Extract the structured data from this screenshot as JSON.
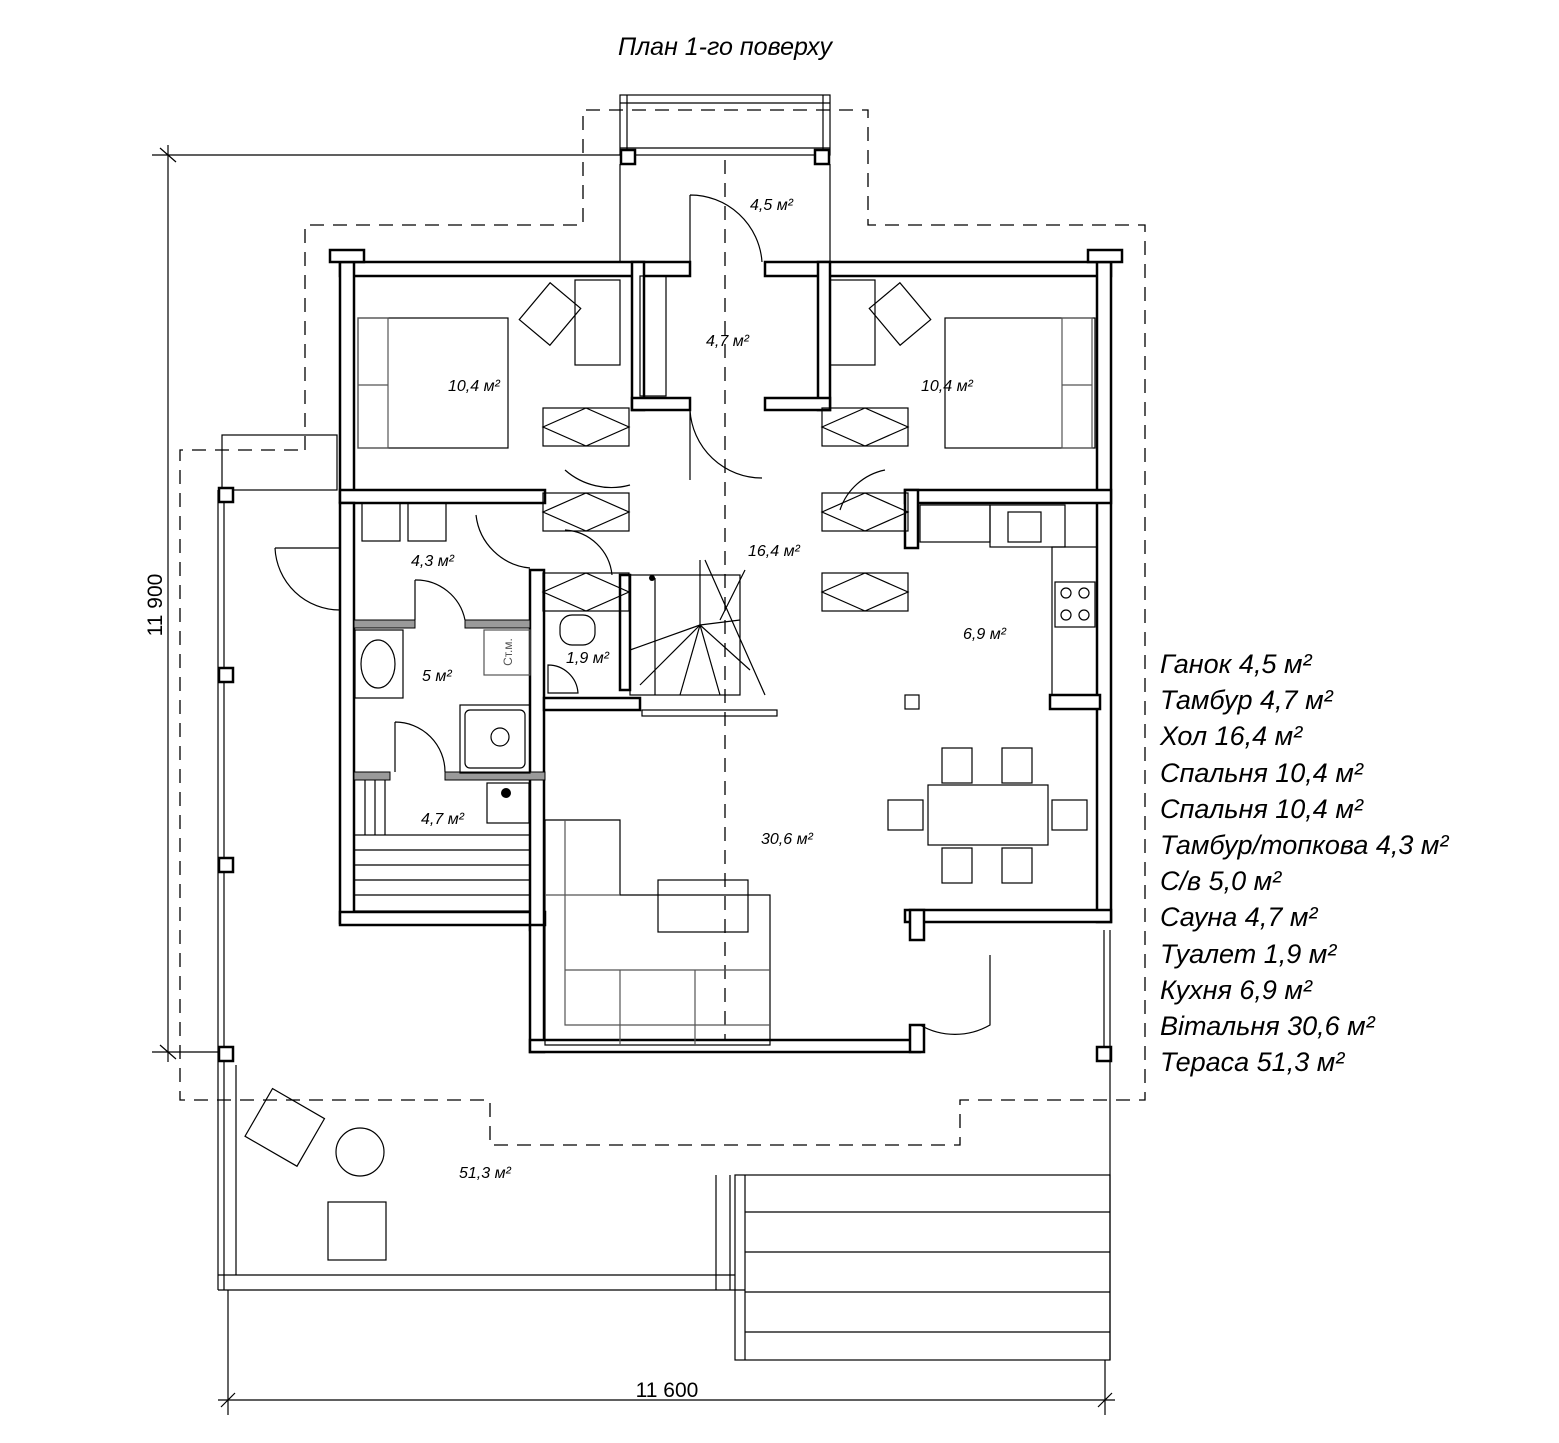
{
  "title": "План 1-го поверху",
  "dimensions": {
    "height": "11 900",
    "width": "11 600"
  },
  "room_areas": {
    "porch": "4,5 м²",
    "vestibule": "4,7 м²",
    "bedroom_left": "10,4 м²",
    "bedroom_right": "10,4 м²",
    "hall": "16,4 м²",
    "boiler_vestibule": "4,3 м²",
    "kitchen": "6,9 м²",
    "bathroom": "5 м²",
    "toilet": "1,9 м²",
    "sauna": "4,7 м²",
    "living": "30,6 м²",
    "terrace": "51,3 м²"
  },
  "washing_machine_label": "Ст.м.",
  "legend": [
    "Ганок 4,5 м²",
    "Тамбур 4,7 м²",
    "Хол 16,4 м²",
    "Спальня 10,4 м²",
    "Спальня 10,4 м²",
    "Тамбур/топкова 4,3 м²",
    "С/в 5,0 м²",
    "Сауна 4,7 м²",
    "Туалет 1,9 м²",
    "Кухня 6,9 м²",
    "Вітальня 30,6 м²",
    "Тераса 51,3 м²"
  ]
}
